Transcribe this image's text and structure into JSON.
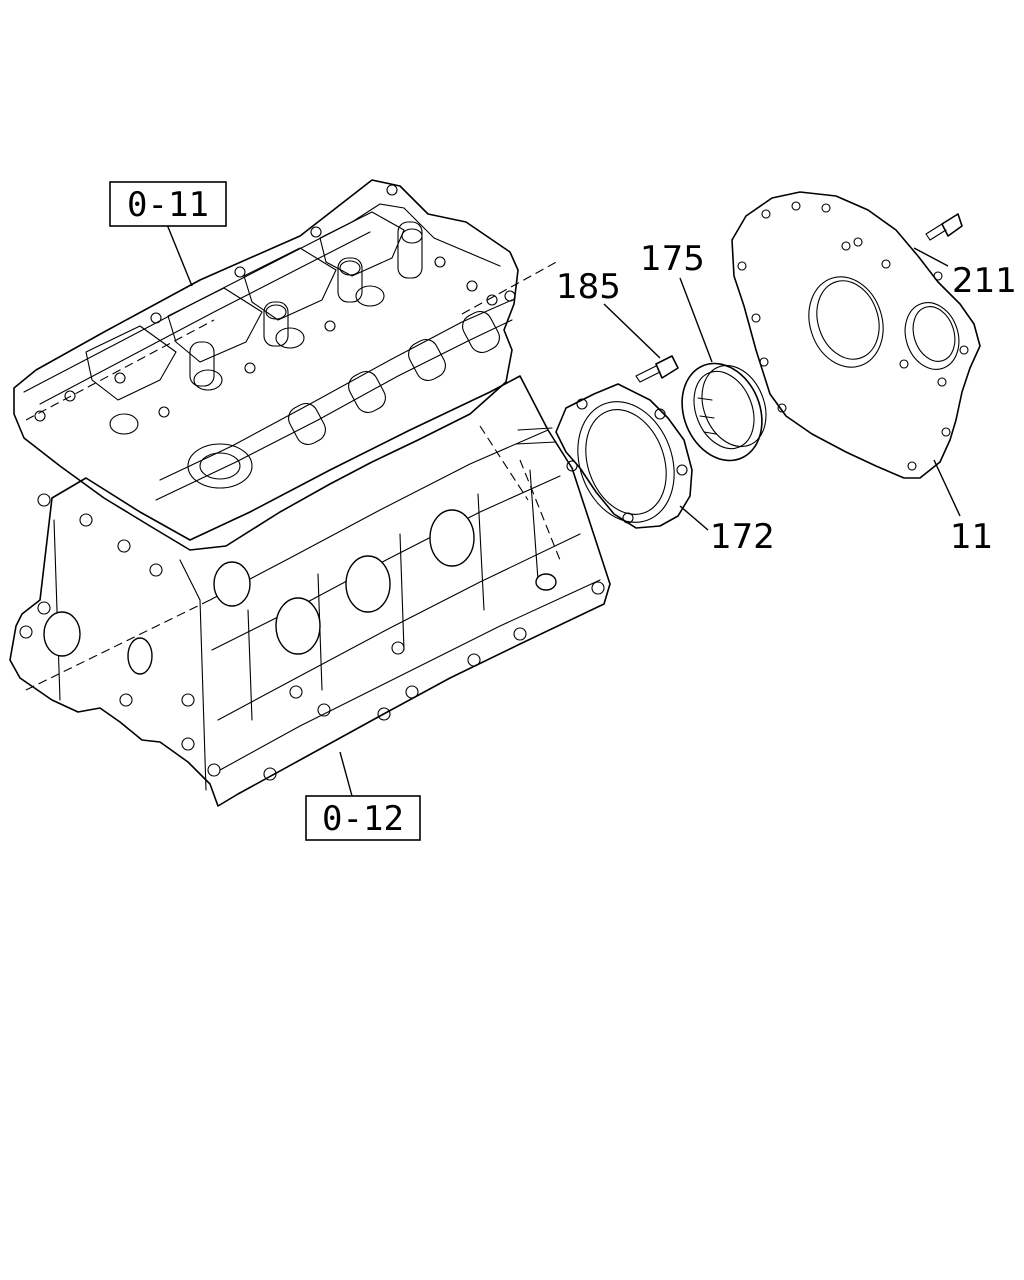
{
  "references": [
    {
      "id": "ref-box-0-11",
      "text": "0-11"
    },
    {
      "id": "ref-box-0-12",
      "text": "0-12"
    }
  ],
  "callouts": {
    "plate": "11",
    "cover": "172",
    "seal": "175",
    "cover_bolt": "185",
    "plate_bolt": "211"
  }
}
